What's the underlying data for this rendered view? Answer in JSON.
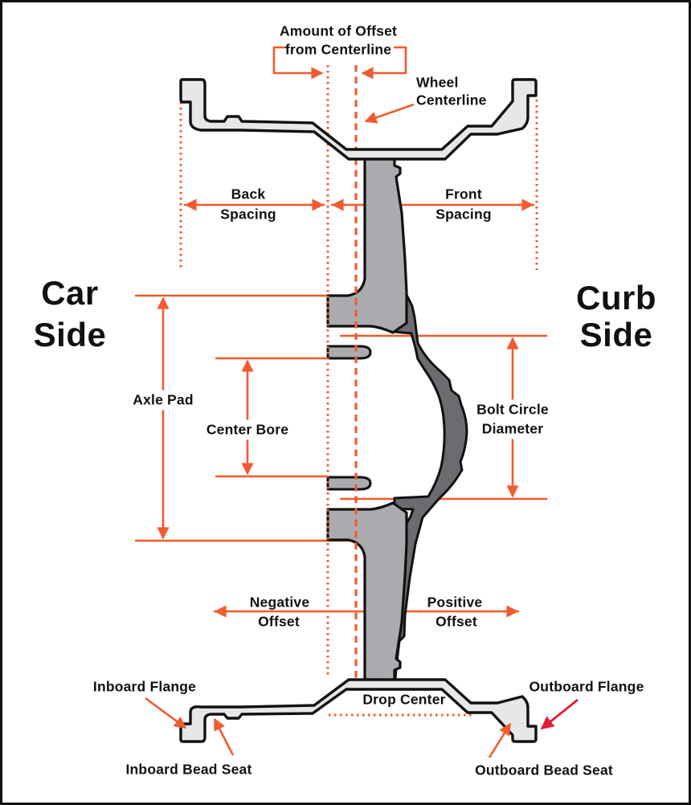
{
  "colors": {
    "accent_orange": "#F15B2D",
    "arrow_red": "#E51937",
    "rim_fill": "#E6E7E8",
    "spoke_fill": "#A9ABAE",
    "hub_fill": "#6A6C6F",
    "outline": "#111111",
    "text": "#111111",
    "background": "#FFFFFF"
  },
  "labels": {
    "offset_bracket": {
      "line1": "Amount of Offset",
      "line2": "from Centerline"
    },
    "wheel_centerline": {
      "line1": "Wheel",
      "line2": "Centerline"
    },
    "back_spacing": {
      "line1": "Back",
      "line2": "Spacing"
    },
    "front_spacing": {
      "line1": "Front",
      "line2": "Spacing"
    },
    "car_side": {
      "line1": "Car",
      "line2": "Side"
    },
    "curb_side": {
      "line1": "Curb",
      "line2": "Side"
    },
    "axle_pad": "Axle Pad",
    "center_bore": "Center Bore",
    "bolt_circle": {
      "line1": "Bolt Circle",
      "line2": "Diameter"
    },
    "negative_offset": {
      "line1": "Negative",
      "line2": "Offset"
    },
    "positive_offset": {
      "line1": "Positive",
      "line2": "Offset"
    },
    "inboard_flange": "Inboard Flange",
    "outboard_flange": "Outboard Flange",
    "inboard_bead_seat": "Inboard Bead Seat",
    "outboard_bead_seat": "Outboard Bead Seat",
    "drop_center": "Drop Center"
  }
}
